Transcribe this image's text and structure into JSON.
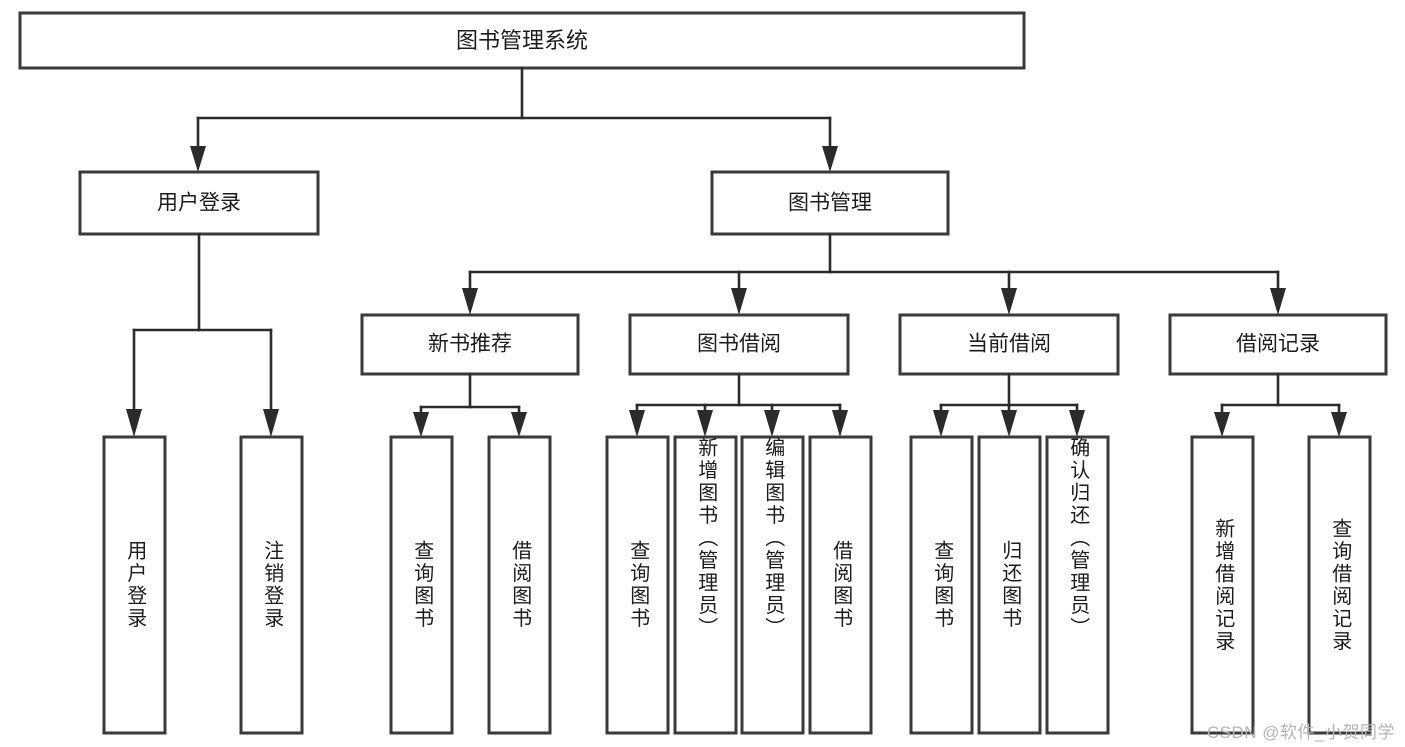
{
  "diagram": {
    "title": "图书管理系统",
    "type": "hierarchy-tree",
    "watermark": "CSDN @软件_小贺同学",
    "colors": {
      "box_stroke": "#3a3a3a",
      "connector": "#2b2b2b",
      "box_fill": "#ffffff",
      "text": "#1c1c1c",
      "watermark": "#b4b4b4"
    },
    "root": {
      "label": "图书管理系统"
    },
    "level1": [
      {
        "label": "用户登录"
      },
      {
        "label": "图书管理"
      }
    ],
    "level2": [
      {
        "label": "新书推荐"
      },
      {
        "label": "图书借阅"
      },
      {
        "label": "当前借阅"
      },
      {
        "label": "借阅记录"
      }
    ],
    "leaves": {
      "user_login": [
        {
          "label": "用户登录"
        },
        {
          "label": "注销登录"
        }
      ],
      "new_book_recommend": [
        {
          "label": "查询图书"
        },
        {
          "label": "借阅图书"
        }
      ],
      "book_borrow": [
        {
          "label": "查询图书"
        },
        {
          "label": "新增图书（管理员）"
        },
        {
          "label": "编辑图书（管理员）"
        },
        {
          "label": "借阅图书"
        }
      ],
      "current_borrow": [
        {
          "label": "查询图书"
        },
        {
          "label": "归还图书"
        },
        {
          "label": "确认归还（管理员）"
        }
      ],
      "borrow_record": [
        {
          "label": "新增借阅记录"
        },
        {
          "label": "查询借阅记录"
        }
      ]
    }
  }
}
